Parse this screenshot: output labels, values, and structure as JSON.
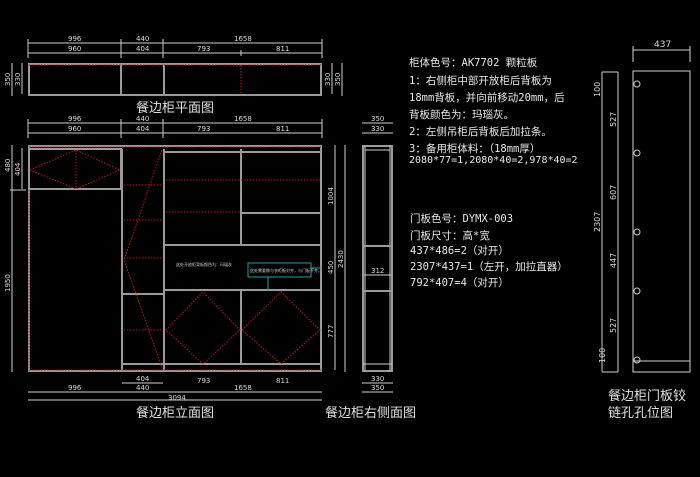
{
  "plan": {
    "title": "餐边柜平面图",
    "dims_top": [
      "996",
      "440",
      "1658"
    ],
    "dims_sub": [
      "960",
      "404",
      "793",
      "811"
    ],
    "dims_left": [
      "350",
      "330"
    ],
    "dims_right": [
      "330",
      "350"
    ]
  },
  "elevation": {
    "title": "餐边柜立面图",
    "dims_top": [
      "996",
      "440",
      "1658"
    ],
    "dims_sub": [
      "960",
      "404",
      "793",
      "811"
    ],
    "dims_left": [
      "480",
      "404",
      "1950"
    ],
    "dims_right": [
      "1004",
      "450",
      "777",
      "2430"
    ],
    "dims_bottom": [
      "404",
      "996",
      "440",
      "793",
      "811",
      "1658",
      "3094"
    ],
    "note_left": "此处开放柜背板颜色为：玛瑙灰",
    "note_right": "此处需要做与衣柜板对齐，与门板平齐。"
  },
  "side": {
    "title": "餐边柜右侧面图",
    "dims_top": [
      "350",
      "330"
    ],
    "dim_inner": "312",
    "dims_bottom": [
      "330",
      "350"
    ]
  },
  "door": {
    "title_line1": "餐边柜门板铰",
    "title_line2": "链孔孔位图",
    "width": "437",
    "height": "2307",
    "chain": [
      "100",
      "527",
      "607",
      "447",
      "527",
      "100"
    ]
  },
  "notes": {
    "cabinet": [
      "柜体色号：AK7702 颗粒板",
      "1：右侧柜中部开放柜后背板为",
      "18mm背板，并向前移动20mm，后",
      "背板颜色为：玛瑙灰。",
      "2：左侧吊柜后背板后加拉条。",
      "3：备用柜体料：（18mm厚）",
      "2080*77=1,2080*40=2,978*40=2"
    ],
    "door": [
      "门板色号：DYMX-003",
      "门板尺寸：高*宽",
      "437*486=2（对开）",
      "2307*437=1（左开，加拉直器）",
      "792*407=4（对开）"
    ]
  }
}
